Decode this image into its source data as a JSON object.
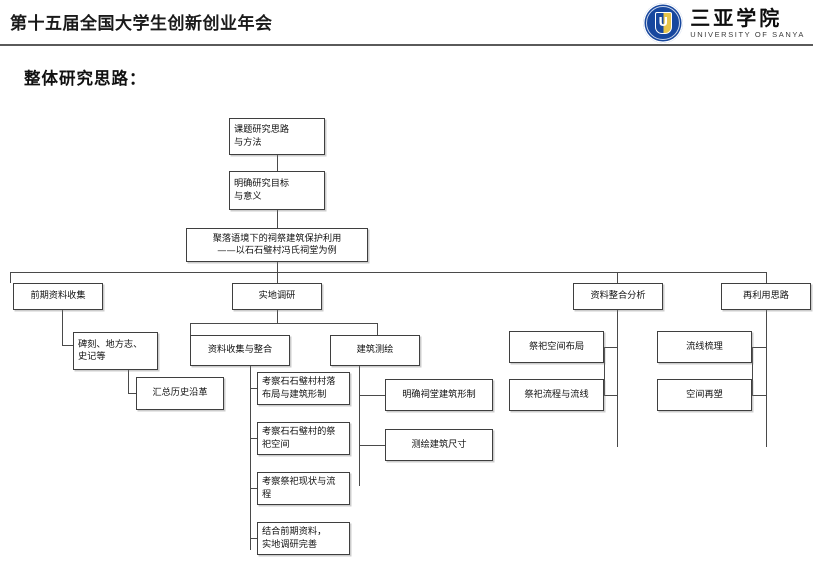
{
  "header": {
    "title": "第十五届全国大学生创新创业年会",
    "logo": {
      "crest_icon": "university-crest-icon",
      "name_cn": "三亚学院",
      "name_en": "UNIVERSITY OF SANYA",
      "brand_color": "#17479e",
      "accent_color": "#e8c54a"
    }
  },
  "section": {
    "title": "整体研究思路："
  },
  "chart_data": {
    "type": "diagram",
    "diagram_kind": "flowchart-tree",
    "title": "整体研究思路",
    "orientation": "top-down",
    "node_fill": "#ffffff",
    "node_border": "#3f3f3f",
    "connector_color": "#4a4a4a",
    "nodes": [
      {
        "id": "n1",
        "label": "课题研究思路\n与方法",
        "level": 0,
        "align": "center"
      },
      {
        "id": "n2",
        "label": "明确研究目标\n与意义",
        "level": 1,
        "align": "center"
      },
      {
        "id": "n3",
        "label": "聚落语境下的祠祭建筑保护利用\n——以石石璧村冯氏祠堂为例",
        "level": 2,
        "align": "center"
      },
      {
        "id": "n4",
        "label": "前期资料收集",
        "level": 3,
        "align": "center"
      },
      {
        "id": "n5",
        "label": "实地调研",
        "level": 3,
        "align": "center"
      },
      {
        "id": "n6",
        "label": "资料整合分析",
        "level": 3,
        "align": "center"
      },
      {
        "id": "n7",
        "label": "再利用思路",
        "level": 3,
        "align": "center"
      },
      {
        "id": "n8",
        "label": "碑刻、地方志、\n史记等",
        "level": 4,
        "align": "left"
      },
      {
        "id": "n9",
        "label": "汇总历史沿革",
        "level": 5,
        "align": "center"
      },
      {
        "id": "n10",
        "label": "资料收集与整合",
        "level": 4,
        "align": "center"
      },
      {
        "id": "n11",
        "label": "建筑测绘",
        "level": 4,
        "align": "center"
      },
      {
        "id": "n12",
        "label": "考察石石璧村村落\n布局与建筑形制",
        "level": 5,
        "align": "left"
      },
      {
        "id": "n13",
        "label": "考察石石璧村的祭\n祀空间",
        "level": 5,
        "align": "left"
      },
      {
        "id": "n14",
        "label": "考察祭祀现状与流\n程",
        "level": 5,
        "align": "left"
      },
      {
        "id": "n15",
        "label": "结合前期资料，\n实地调研完善",
        "level": 5,
        "align": "left"
      },
      {
        "id": "n16",
        "label": "明确祠堂建筑形制",
        "level": 5,
        "align": "center"
      },
      {
        "id": "n17",
        "label": "测绘建筑尺寸",
        "level": 5,
        "align": "center"
      },
      {
        "id": "n18",
        "label": "祭祀空间布局",
        "level": 4,
        "align": "center"
      },
      {
        "id": "n19",
        "label": "祭祀流程与流线",
        "level": 4,
        "align": "center"
      },
      {
        "id": "n20",
        "label": "流线梳理",
        "level": 4,
        "align": "center"
      },
      {
        "id": "n21",
        "label": "空间再塑",
        "level": 4,
        "align": "center"
      }
    ],
    "edges": [
      {
        "from": "n1",
        "to": "n2"
      },
      {
        "from": "n2",
        "to": "n3"
      },
      {
        "from": "n3",
        "to": "n4"
      },
      {
        "from": "n3",
        "to": "n5"
      },
      {
        "from": "n3",
        "to": "n6"
      },
      {
        "from": "n3",
        "to": "n7"
      },
      {
        "from": "n4",
        "to": "n8"
      },
      {
        "from": "n8",
        "to": "n9"
      },
      {
        "from": "n5",
        "to": "n10"
      },
      {
        "from": "n5",
        "to": "n11"
      },
      {
        "from": "n10",
        "to": "n12"
      },
      {
        "from": "n10",
        "to": "n13"
      },
      {
        "from": "n10",
        "to": "n14"
      },
      {
        "from": "n10",
        "to": "n15"
      },
      {
        "from": "n11",
        "to": "n16"
      },
      {
        "from": "n11",
        "to": "n17"
      },
      {
        "from": "n6",
        "to": "n18"
      },
      {
        "from": "n6",
        "to": "n19"
      },
      {
        "from": "n7",
        "to": "n20"
      },
      {
        "from": "n7",
        "to": "n21"
      }
    ]
  }
}
